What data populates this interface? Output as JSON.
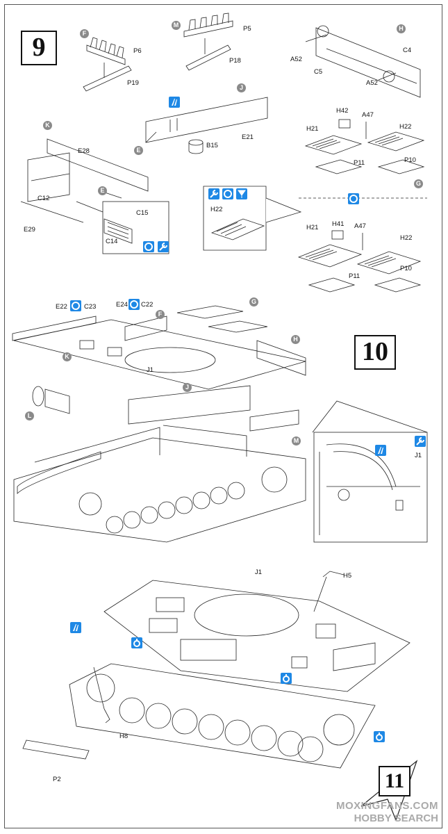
{
  "steps": {
    "s9": "9",
    "s10": "10",
    "s11": "11"
  },
  "subassemblies": {
    "F": "F",
    "M": "M",
    "H": "H",
    "J": "J",
    "K": "K",
    "E": "E",
    "G": "G",
    "L": "L"
  },
  "parts": {
    "p6": "P6",
    "p19": "P19",
    "p5": "P5",
    "p18": "P18",
    "a52a": "A52",
    "a52b": "A52",
    "c5": "C5",
    "c4": "C4",
    "e21": "E21",
    "b15": "B15",
    "e28": "E28",
    "c12": "C12",
    "e29": "E29",
    "c15": "C15",
    "c14": "C14",
    "h42": "H42",
    "a47a": "A47",
    "h21a": "H21",
    "h22a": "H22",
    "p11a": "P11",
    "p10a": "P10",
    "h22b": "H22",
    "h41": "H41",
    "a47b": "A47",
    "h21b": "H21",
    "h22c": "H22",
    "p11b": "P11",
    "p10b": "P10",
    "e22": "E22",
    "c23": "C23",
    "e24": "E24",
    "c22": "C22",
    "j1a": "J1",
    "j1b": "J1",
    "j1c": "J1",
    "h5": "H5",
    "h8": "H8",
    "p2": "P2"
  },
  "watermark": {
    "line1": "MOXINGFANS.COM",
    "line2": "HOBBY SEARCH"
  },
  "icon_colors": {
    "instruction": "#1e88e5",
    "subassembly_badge": "#8a8a8a"
  }
}
